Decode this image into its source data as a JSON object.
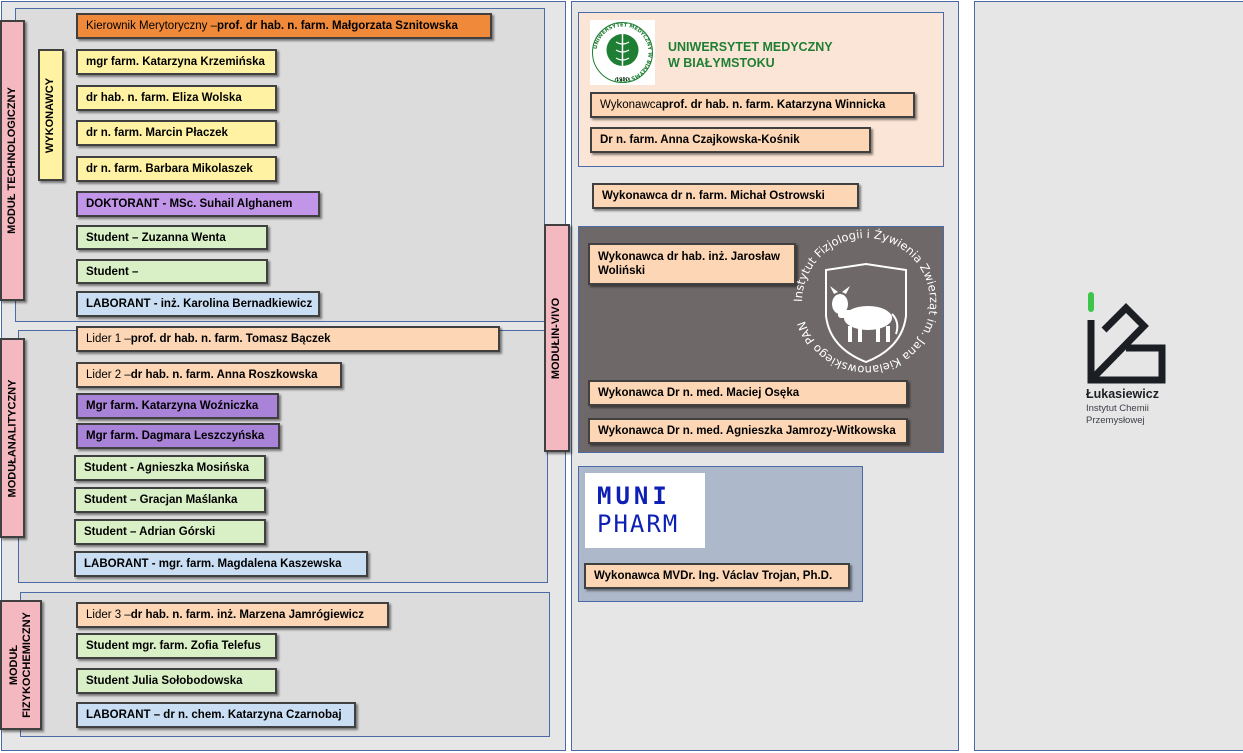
{
  "moduleTech": {
    "label": "MODUŁ TECHNOLOGICZNY",
    "executorsLabel": "WYKONAWCY",
    "boxes": [
      {
        "pre": "Kierownik Merytoryczny – ",
        "main": "prof. dr hab. n. farm. Małgorzata Sznitowska"
      },
      {
        "pre": "",
        "main": "mgr farm. Katarzyna Krzemińska"
      },
      {
        "pre": "",
        "main": "dr hab. n. farm. Eliza Wolska"
      },
      {
        "pre": "",
        "main": "dr n. farm. Marcin Płaczek"
      },
      {
        "pre": "",
        "main": "dr n. farm. Barbara Mikolaszek"
      },
      {
        "pre": "",
        "main": "DOKTORANT - MSc. Suhail Alghanem"
      },
      {
        "pre": "",
        "main": "Student – Zuzanna Wenta"
      },
      {
        "pre": "",
        "main": "Student –"
      },
      {
        "pre": "",
        "main": "LABORANT - inż. Karolina Bernadkiewicz"
      }
    ]
  },
  "moduleAnal": {
    "label": "MODUŁANALITYCZNY",
    "boxes": [
      {
        "pre": "Lider 1 – ",
        "main": "prof. dr hab. n. farm. Tomasz Bączek"
      },
      {
        "pre": "Lider 2 – ",
        "main": "dr hab. n. farm. Anna Roszkowska"
      },
      {
        "pre": "",
        "main": "Mgr farm. Katarzyna Woźniczka"
      },
      {
        "pre": "",
        "main": "Mgr farm. Dagmara Leszczyńska"
      },
      {
        "pre": "",
        "main": "Student - Agnieszka Mosińska"
      },
      {
        "pre": "",
        "main": "Student – Gracjan Maślanka"
      },
      {
        "pre": "",
        "main": "Student – Adrian Górski"
      },
      {
        "pre": "",
        "main": "LABORANT - mgr. farm. Magdalena Kaszewska"
      }
    ]
  },
  "modulePhys": {
    "label": "MODUŁ FIZYKOCHEMICZNY",
    "boxes": [
      {
        "pre": "Lider 3 – ",
        "main": "dr hab. n. farm. inż. Marzena Jamrógiewicz"
      },
      {
        "pre": "",
        "main": "Student mgr. farm. Zofia Telefus"
      },
      {
        "pre": "",
        "main": "Student Julia Sołobodowska"
      },
      {
        "pre": "",
        "main": "LABORANT – dr n. chem. Katarzyna Czarnobaj"
      }
    ]
  },
  "moduleVivo": {
    "label": "MODUŁIN-VIVO",
    "umb": {
      "name1": "UNIWERSYTET MEDYCZNY",
      "name2": "W BIAŁYMSTOKU",
      "sealText": "UNIWERSYTET MEDYCZNY W BIAŁYMSTOKU",
      "sealYear": "1950",
      "box1": {
        "pre": "Wykonawca ",
        "main": "prof. dr hab. n. farm. Katarzyna Winnicka"
      },
      "box2": {
        "pre": "",
        "main": "Dr n. farm. Anna Czajkowska-Kośnik"
      }
    },
    "standalone": {
      "pre": "",
      "main": "Wykonawca dr n. farm. Michał Ostrowski"
    },
    "pan": {
      "box1": "Wykonawca dr hab. inż. Jarosław Woliński",
      "arcText": "Instytut Fizjologii i Żywienia Zwierząt im. Jana Kielanowskiego PAN",
      "box2": "Wykonawca Dr n. med. Maciej Osęka",
      "box3": "Wykonawca Dr n. med. Agnieszka Jamrozy-Witkowska"
    },
    "muni": {
      "logo1": "MUNI",
      "logo2": "PHARM",
      "box": "Wykonawca MVDr. Ing. Václav Trojan, Ph.D."
    }
  },
  "lukasiewicz": {
    "name": "Łukasiewicz",
    "sub1": "Instytut Chemii",
    "sub2": "Przemysłowej"
  },
  "colors": {
    "orange": "#f08a3a",
    "yellow": "#fff3a3",
    "purple": "#c196e8",
    "green": "#d9efc6",
    "blue": "#c9ddf3",
    "peach": "#fcd6b5",
    "pink": "#f4b8c0",
    "umbGreen": "#1e7f34",
    "muniBlue": "#0d1fb5",
    "lukasGreen": "#3cc54a",
    "panGray": "#6e6868"
  }
}
